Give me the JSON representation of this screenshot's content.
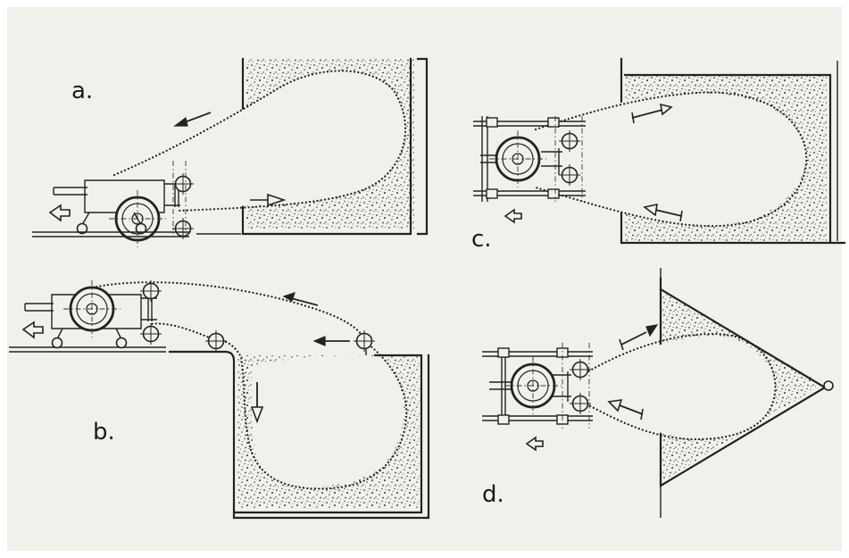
{
  "panels": [
    {
      "id": "a",
      "label": "a."
    },
    {
      "id": "b",
      "label": "b."
    },
    {
      "id": "c",
      "label": "c."
    },
    {
      "id": "d",
      "label": "d."
    }
  ],
  "colors": {
    "paper": "#f1f1ec",
    "ink": "#222222"
  }
}
